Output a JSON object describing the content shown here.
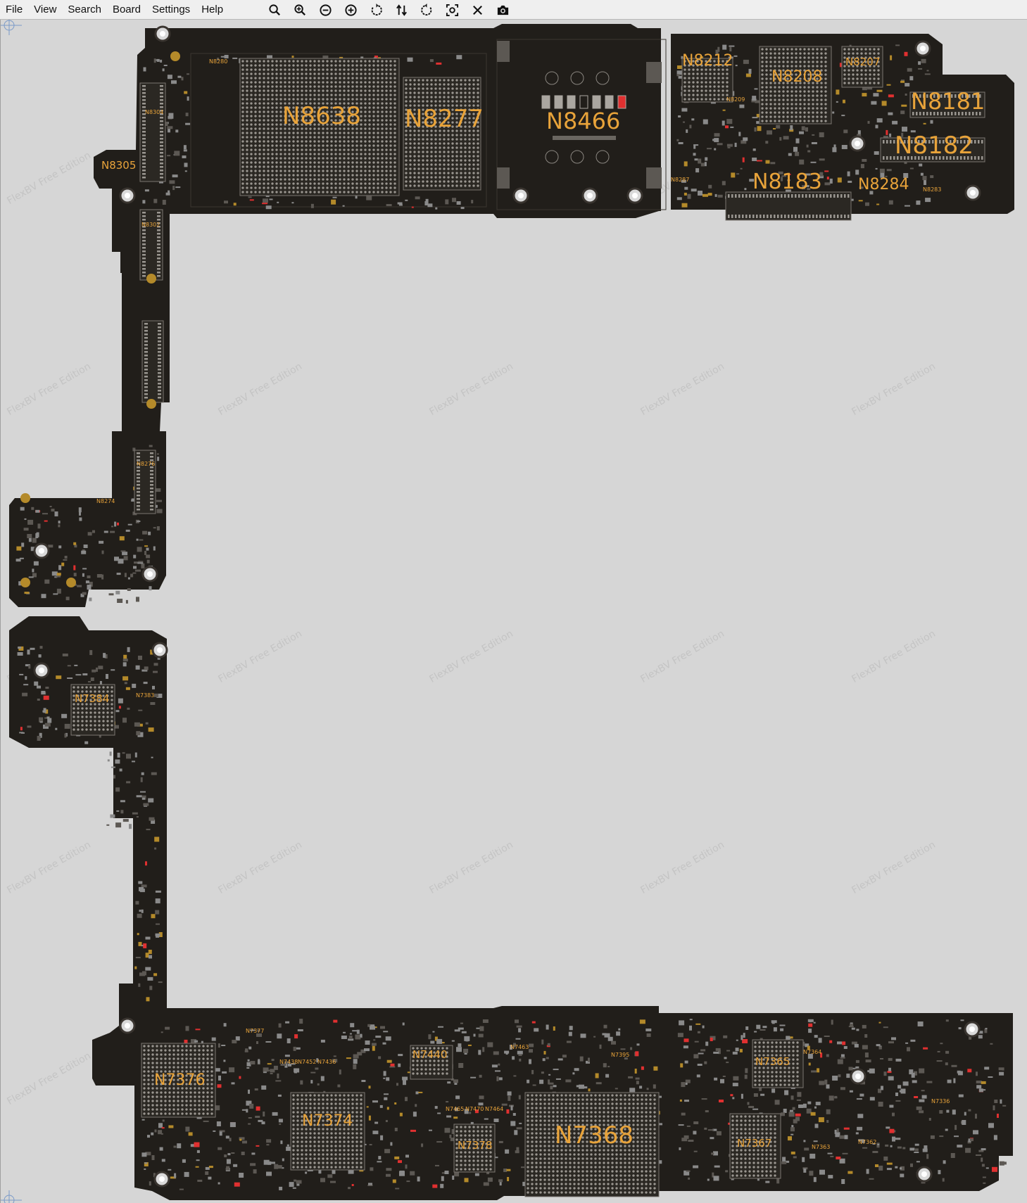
{
  "menu": {
    "file": "File",
    "view": "View",
    "search": "Search",
    "board": "Board",
    "settings": "Settings",
    "help": "Help"
  },
  "toolbar": [
    {
      "name": "zoom-icon"
    },
    {
      "name": "zoom-in-icon"
    },
    {
      "name": "zoom-out-icon"
    },
    {
      "name": "zoom-fit-icon"
    },
    {
      "name": "rotate-left-icon"
    },
    {
      "name": "flip-icon"
    },
    {
      "name": "rotate-right-icon"
    },
    {
      "name": "center-icon"
    },
    {
      "name": "close-icon"
    },
    {
      "name": "camera-icon"
    }
  ],
  "watermark": "FlexBV Free Edition",
  "colors": {
    "board": "#211e1a",
    "label": "#e8a33a",
    "pad": "#8a8a8a",
    "gold": "#b48a2a",
    "red": "#e03030"
  },
  "components_large": [
    {
      "id": "N8638"
    },
    {
      "id": "N8277"
    },
    {
      "id": "N8466"
    },
    {
      "id": "N8212"
    },
    {
      "id": "N8208"
    },
    {
      "id": "N8207"
    },
    {
      "id": "N8181"
    },
    {
      "id": "N8182"
    },
    {
      "id": "N8183"
    },
    {
      "id": "N8284"
    },
    {
      "id": "N8305"
    },
    {
      "id": "N7384"
    },
    {
      "id": "N7376"
    },
    {
      "id": "N7374"
    },
    {
      "id": "N7440"
    },
    {
      "id": "N7368"
    },
    {
      "id": "N7365"
    },
    {
      "id": "N7367"
    },
    {
      "id": "N7378"
    }
  ],
  "components_small": [
    {
      "id": "N8280"
    },
    {
      "id": "N8304"
    },
    {
      "id": "N8302"
    },
    {
      "id": "N8276"
    },
    {
      "id": "N8274"
    },
    {
      "id": "N8283"
    },
    {
      "id": "N8287"
    },
    {
      "id": "N8209"
    },
    {
      "id": "N7383"
    },
    {
      "id": "N7395"
    },
    {
      "id": "N7463"
    },
    {
      "id": "N7465"
    },
    {
      "id": "N7470"
    },
    {
      "id": "N7464"
    },
    {
      "id": "N7438"
    },
    {
      "id": "N7452"
    },
    {
      "id": "N7436"
    },
    {
      "id": "N7377"
    },
    {
      "id": "N7363"
    },
    {
      "id": "N7362"
    },
    {
      "id": "N7336"
    },
    {
      "id": "N7364"
    }
  ]
}
